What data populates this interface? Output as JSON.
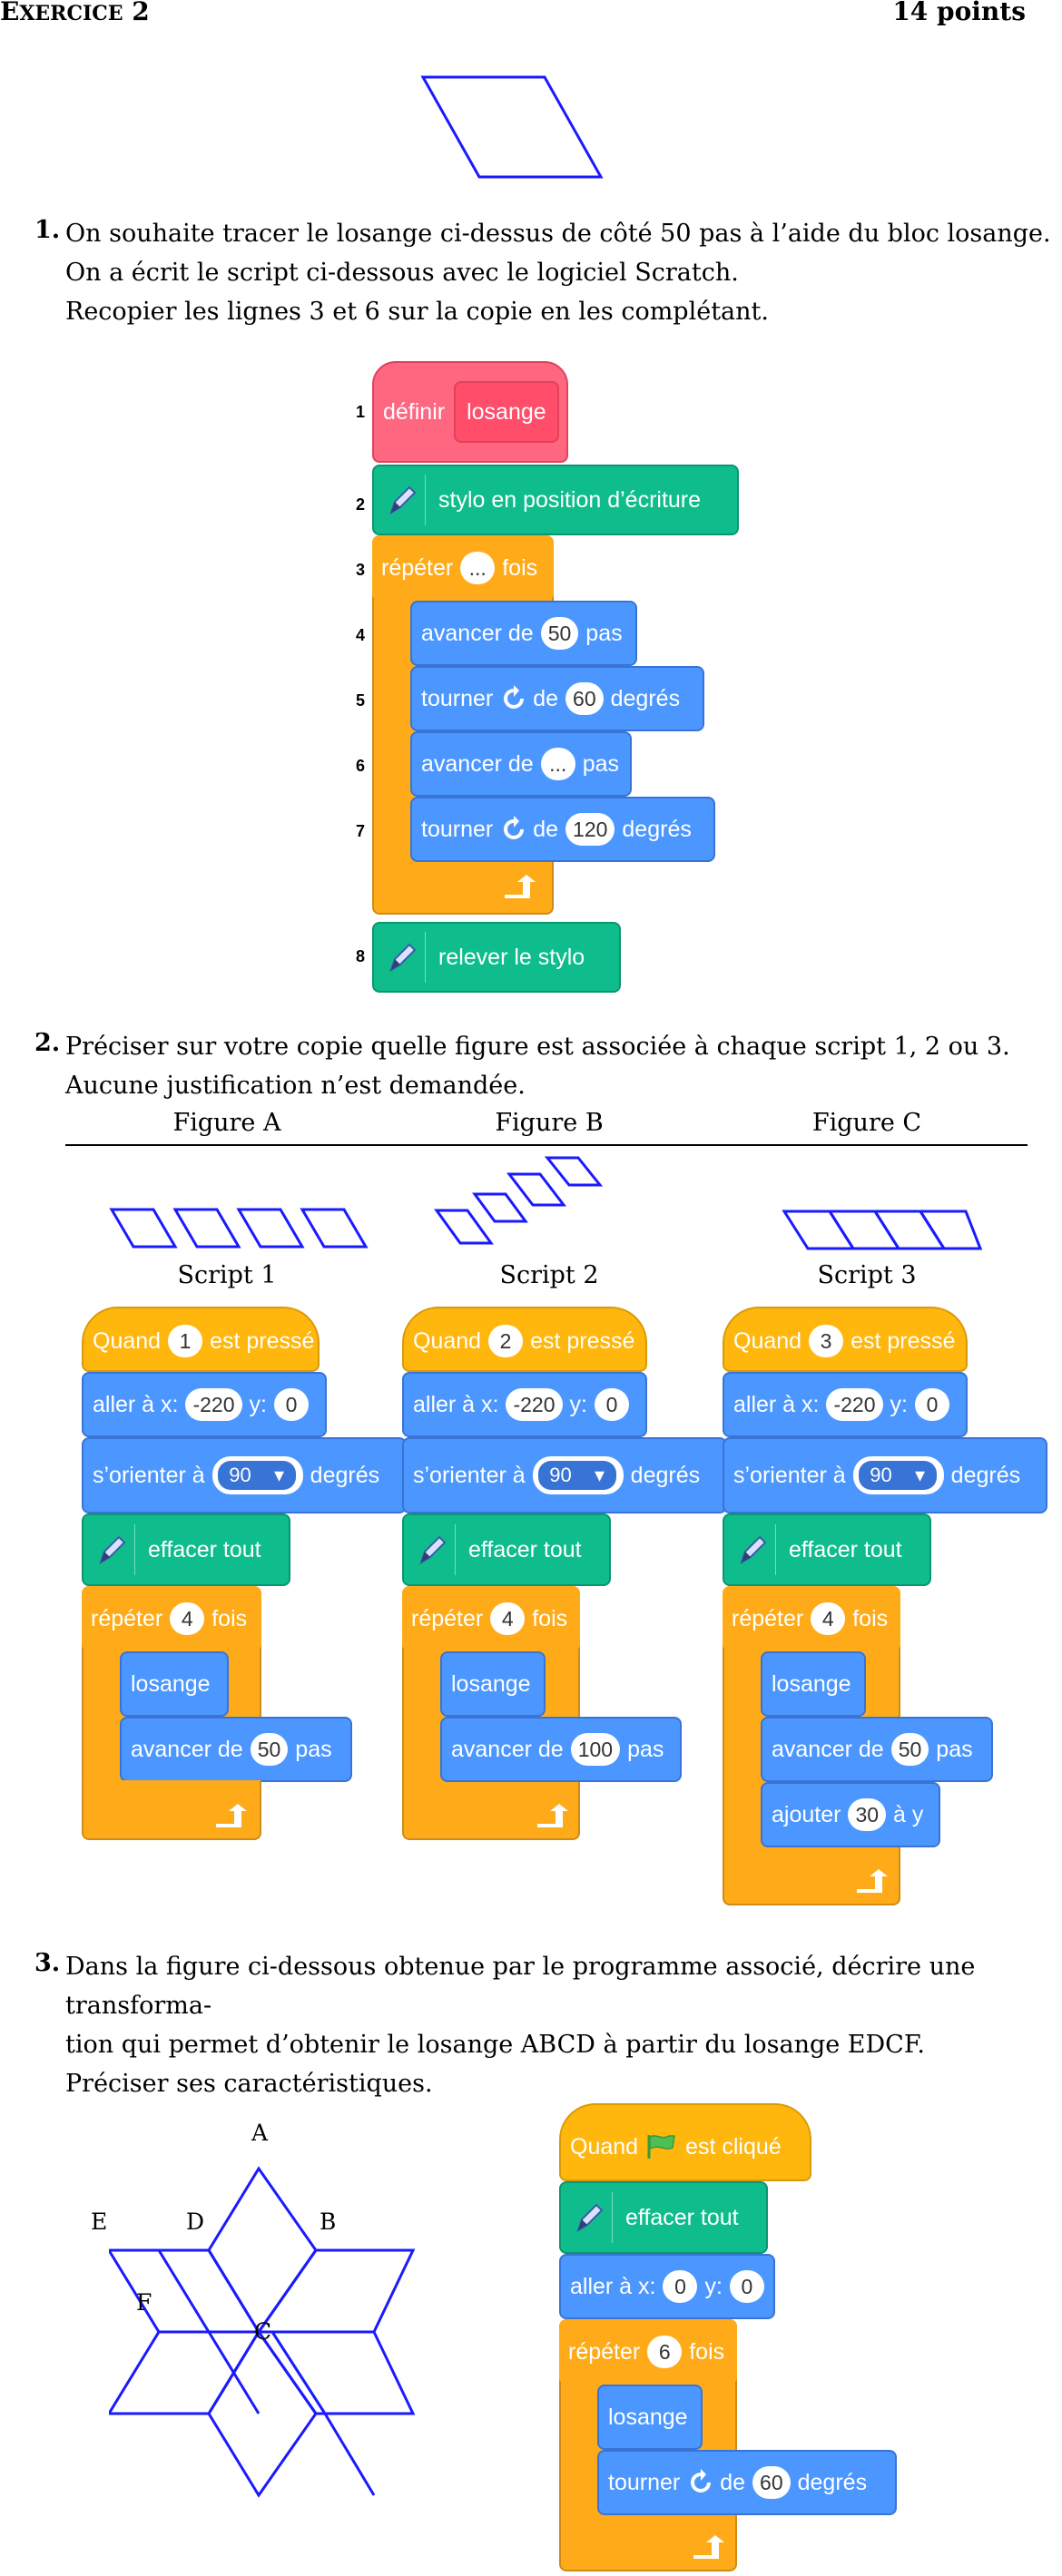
{
  "header": {
    "title": "Exercice 2",
    "points": "14 points"
  },
  "q1": {
    "number": "1.",
    "lines": [
      "On souhaite tracer le losange ci-dessus de côté 50 pas à l’aide du bloc losange.",
      "On a écrit le script ci-dessous avec le logiciel Scratch.",
      "Recopier les lignes 3 et 6 sur la copie en les complétant."
    ],
    "script": {
      "line_numbers": [
        "1",
        "2",
        "3",
        "4",
        "5",
        "6",
        "7",
        "8"
      ],
      "define": "définir",
      "define_name": "losange",
      "pen_down": "stylo en position d’écriture",
      "repeat": "répéter",
      "repeat_value": "...",
      "times": "fois",
      "forward": "avancer de",
      "forward1_value": "50",
      "steps": "pas",
      "turn": "tourner",
      "of": "de",
      "turn1_value": "60",
      "degrees": "degrés",
      "forward2_value": "...",
      "turn2_value": "120",
      "pen_up": "relever le stylo"
    }
  },
  "q2": {
    "number": "2.",
    "lines": [
      "Préciser sur votre copie quelle figure est associée à chaque script 1, 2 ou 3.",
      "Aucune justification n’est demandée."
    ],
    "figures": [
      "Figure A",
      "Figure B",
      "Figure C"
    ],
    "scripts": [
      {
        "title": "Script 1",
        "when": "Quand",
        "key": "1",
        "pressed": "est pressé",
        "goto": "aller à x:",
        "x": "-220",
        "y_label": "y:",
        "y": "0",
        "point": "s’orienter à",
        "dir": "90",
        "degrees": "degrés",
        "clear": "effacer tout",
        "repeat": "répéter",
        "n": "4",
        "times": "fois",
        "call": "losange",
        "forward": "avancer de",
        "step": "50",
        "steps": "pas"
      },
      {
        "title": "Script 2",
        "when": "Quand",
        "key": "2",
        "pressed": "est pressé",
        "goto": "aller à x:",
        "x": "-220",
        "y_label": "y:",
        "y": "0",
        "point": "s’orienter à",
        "dir": "90",
        "degrees": "degrés",
        "clear": "effacer tout",
        "repeat": "répéter",
        "n": "4",
        "times": "fois",
        "call": "losange",
        "forward": "avancer de",
        "step": "100",
        "steps": "pas"
      },
      {
        "title": "Script 3",
        "when": "Quand",
        "key": "3",
        "pressed": "est pressé",
        "goto": "aller à x:",
        "x": "-220",
        "y_label": "y:",
        "y": "0",
        "point": "s’orienter à",
        "dir": "90",
        "degrees": "degrés",
        "clear": "effacer tout",
        "repeat": "répéter",
        "n": "4",
        "times": "fois",
        "call": "losange",
        "forward": "avancer de",
        "step": "50",
        "steps": "pas",
        "add": "ajouter",
        "add_value": "30",
        "to_y": "à y"
      }
    ]
  },
  "q3": {
    "number": "3.",
    "lines": [
      "Dans la figure ci-dessous obtenue par le programme associé, décrire une transforma-",
      "tion qui permet d’obtenir le losange ABCD à partir du losange EDCF.",
      "Préciser ses caractéristiques."
    ],
    "points": [
      "A",
      "B",
      "C",
      "D",
      "E",
      "F"
    ],
    "script": {
      "when": "Quand",
      "clicked": "est cliqué",
      "clear": "effacer tout",
      "goto": "aller à x:",
      "x": "0",
      "y_label": "y:",
      "y": "0",
      "repeat": "répéter",
      "n": "6",
      "times": "fois",
      "call": "losange",
      "turn": "tourner",
      "of": "de",
      "angle": "60",
      "degrees": "degrés"
    }
  },
  "colors": {
    "shape_stroke": "#1a1aff",
    "event": "#ffb60d",
    "motion": "#4c97ff",
    "pen": "#0fbd8c",
    "control": "#ffab19",
    "define": "#ff6680"
  }
}
